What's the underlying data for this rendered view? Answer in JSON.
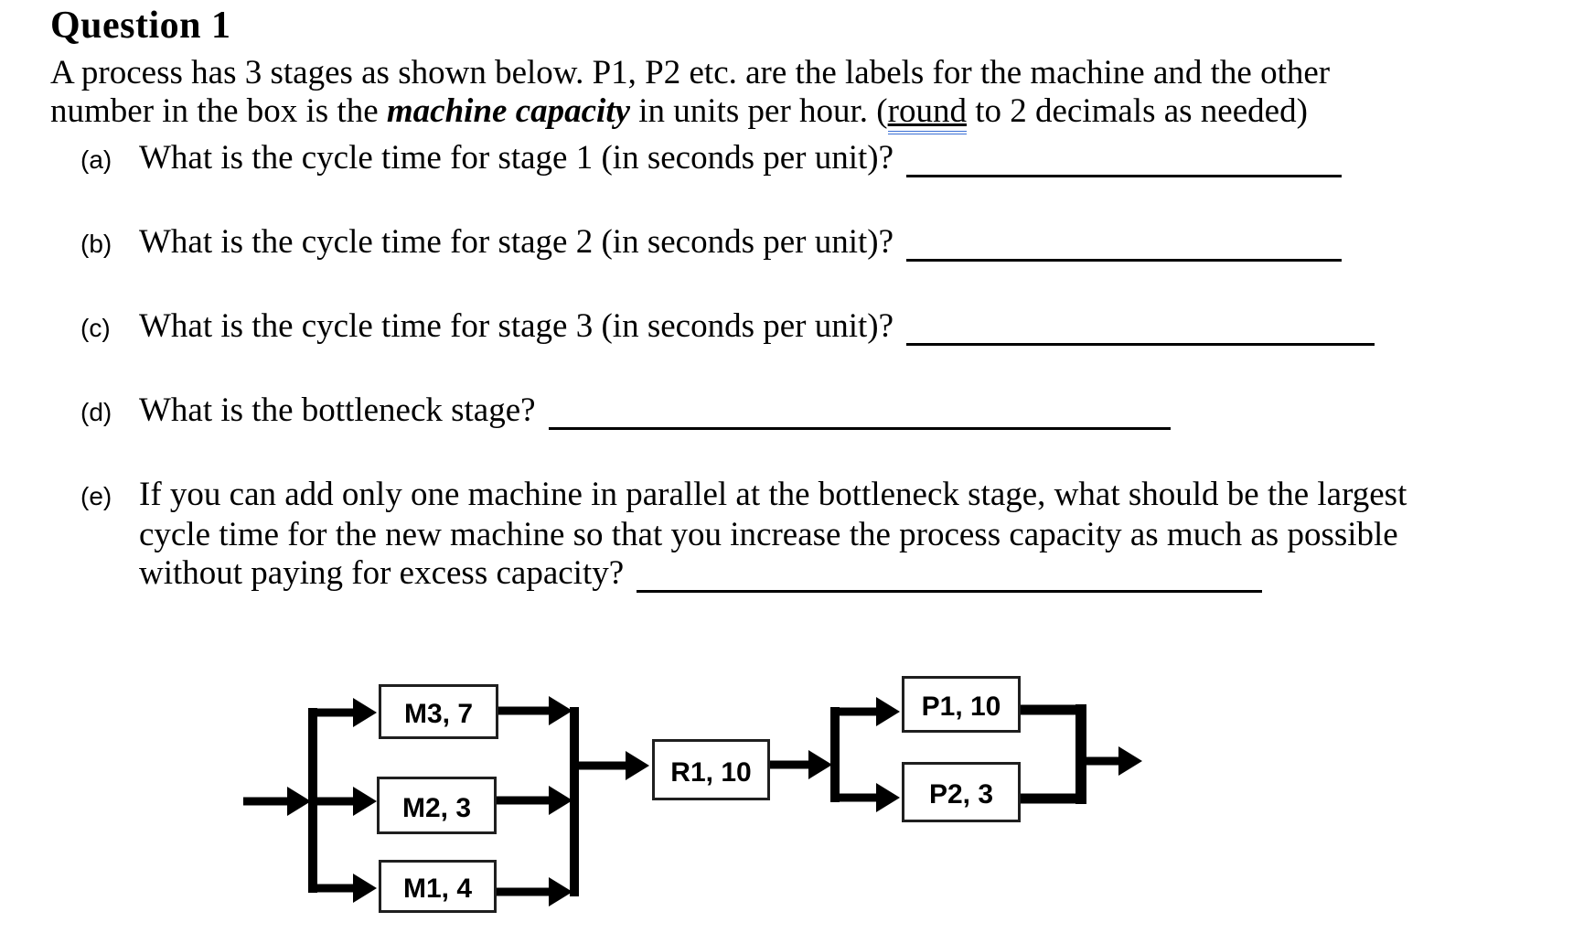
{
  "title": "Question 1",
  "intro": {
    "line1": "A process has 3 stages as shown below. P1, P2 etc. are the labels for the machine and the other",
    "line2_pre": "number in the box is the ",
    "line2_emph": "machine capacity",
    "line2_mid": " in units per hour. (",
    "line2_grammar_word": "round",
    "line2_post": " to 2 decimals as needed)"
  },
  "questions": [
    {
      "label": "(a)",
      "text": "What is the cycle time for stage 1 (in seconds per unit)?"
    },
    {
      "label": "(b)",
      "text": "What is the cycle time for stage 2 (in seconds per unit)?"
    },
    {
      "label": "(c)",
      "text": "What is the cycle time for stage 3 (in seconds per unit)?"
    },
    {
      "label": "(d)",
      "text": "What is the bottleneck stage?"
    },
    {
      "label": "(e)",
      "lines": [
        "If you can add only one machine in parallel at the bottleneck stage, what should be the largest",
        "cycle time for the new machine so that you increase the process capacity as much as possible",
        "without paying for excess capacity?"
      ]
    }
  ],
  "diagram": {
    "machines": [
      {
        "id": "M3",
        "label": "M3, 7"
      },
      {
        "id": "M2",
        "label": "M2, 3"
      },
      {
        "id": "M1",
        "label": "M1, 4"
      },
      {
        "id": "R1",
        "label": "R1, 10"
      },
      {
        "id": "P1",
        "label": "P1, 10"
      },
      {
        "id": "P2",
        "label": "P2, 3"
      }
    ]
  },
  "colors": {
    "text": "#000000",
    "connector": "#000000",
    "box_border": "#1f1f1f",
    "grammar_underline": "#3b6fd4"
  }
}
